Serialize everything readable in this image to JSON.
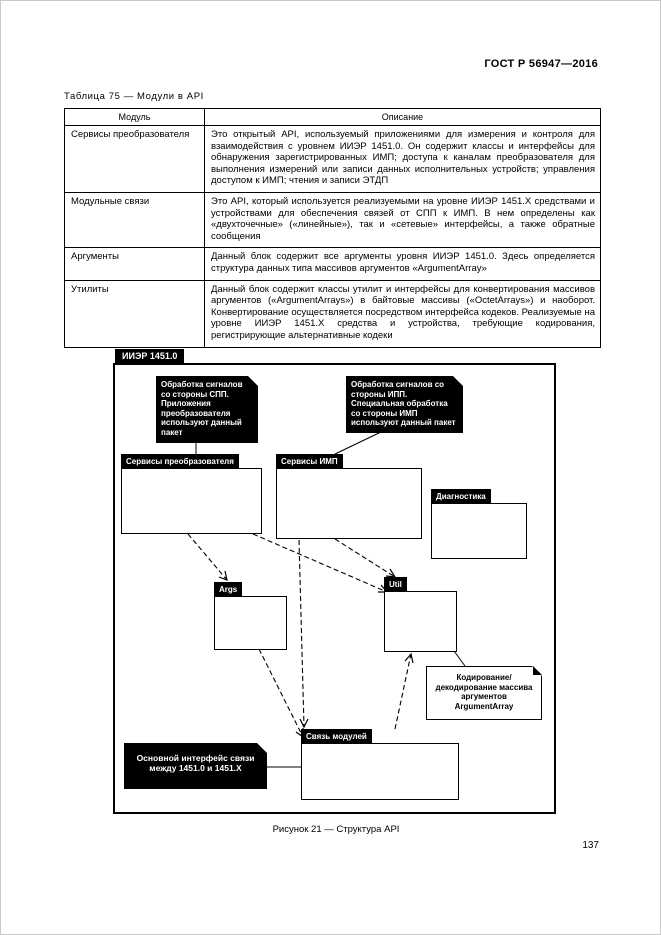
{
  "page": {
    "header": "ГОСТ Р 56947—2016",
    "page_number": "137"
  },
  "table": {
    "caption": "Таблица 75 — Модули в API",
    "columns": [
      "Модуль",
      "Описание"
    ],
    "rows": [
      {
        "module": "Сервисы преобразователя",
        "description": "Это открытый API, используемый приложениями для измерения и контроля для взаимодействия с уровнем ИИЭР 1451.0. Он содержит классы и интерфейсы для обнаружения зарегистрированных ИМП; доступа к каналам преобразователя для выполнения измерений или записи данных исполнительных устройств; управления доступом к ИМП; чтения и записи ЭТДП"
      },
      {
        "module": "Модульные связи",
        "description": "Это API, который используется реализуемыми на уровне ИИЭР 1451.X средствами и устройствами для обеспечения связей от СПП к ИМП. В нем определены как «двухточечные» («линейные»), так и «сетевые» интерфейсы, а также обратные сообщения"
      },
      {
        "module": "Аргументы",
        "description": "Данный блок содержит все аргументы уровня ИИЭР 1451.0. Здесь определяется структура данных типа массивов аргументов «ArgumentArray»"
      },
      {
        "module": "Утилиты",
        "description": "Данный блок содержит классы утилит и интерфейсы для конвертирования массивов аргументов («ArgumentArrays») в байтовые массивы («OctetArrays») и наоборот. Конвертирование осуществляется посредством интерфейса кодеков. Реализуемые на уровне ИИЭР 1451.X средства и устройства, требующие кодирования, регистрирующие альтернативные кодеки"
      }
    ]
  },
  "figure": {
    "caption": "Рисунок 21 — Структура API",
    "frame_label": "ИИЭР 1451.0",
    "packages": {
      "transducer": "Сервисы преобразователя",
      "tim": "Сервисы ИМП",
      "diagnostics": "Диагностика",
      "args": "Args",
      "util": "Util",
      "module_comm": "Связь модулей"
    },
    "notes": {
      "spp": "Обработка сигналов со стороны СПП. Приложения преобразователя используют данный пакет",
      "ipp": "Обработка сигналов со стороны ИПП. Специальная обработка со стороны ИМП используют данный пакет",
      "codec": "Кодирование/ декодирование массива аргументов ArgumentArray",
      "main_interface": "Основной интерфейс связи между 1451.0 и 1451.X"
    },
    "colors": {
      "highlight_bg": "#000000",
      "highlight_text": "#ffffff"
    }
  }
}
